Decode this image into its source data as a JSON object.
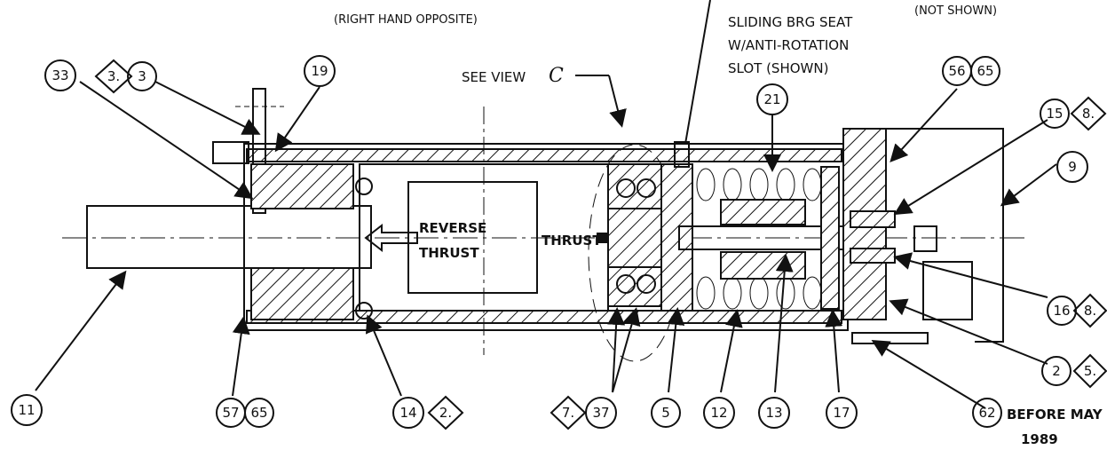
{
  "notes": {
    "top_left": "(RIGHT HAND OPPOSITE)",
    "top_right": "(NOT SHOWN)",
    "see_view": "SEE VIEW",
    "see_view_letter": "C",
    "sliding_seat_1": "SLIDING BRG SEAT",
    "sliding_seat_2": "W/ANTI-ROTATION",
    "sliding_seat_3": "SLOT (SHOWN)",
    "reverse_1": "REVERSE",
    "reverse_2": "THRUST",
    "thrust": "THRUST",
    "before_may": "BEFORE MAY",
    "year": "1989"
  },
  "callouts": {
    "c33": "33",
    "c3a": "3.",
    "c3b": "3",
    "c19": "19",
    "c21": "21",
    "c56": "56",
    "c65a": "65",
    "c15": "15",
    "c8a": "8.",
    "c9": "9",
    "c16": "16",
    "c8b": "8.",
    "c2": "2",
    "c5a": "5.",
    "c62": "62",
    "c11": "11",
    "c57": "57",
    "c65b": "65",
    "c14": "14",
    "c2b": "2.",
    "c7": "7.",
    "c37": "37",
    "c5": "5",
    "c12": "12",
    "c13": "13",
    "c17": "17"
  }
}
